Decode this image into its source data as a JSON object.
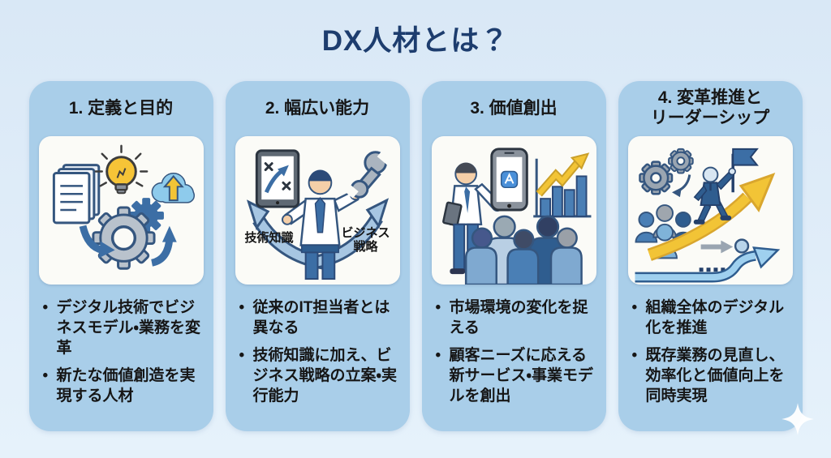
{
  "title": "DX人材とは？",
  "columns": [
    {
      "header": "1. 定義と目的",
      "illustration": "documents-idea-gear-cloud-transformation",
      "bullets": [
        "デジタル技術でビジネスモデル・業務を変革",
        "新たな価値創造を実現する人材"
      ]
    },
    {
      "header": "2. 幅広い能力",
      "illustration": "person-with-tablet-and-wrench-diverging-arrows",
      "arrow_labels": {
        "left": "技術知識",
        "right": "ビジネス戦略"
      },
      "bullets": [
        "従来のIT担当者とは異なる",
        "技術知識に加え、ビジネス戦略の立案・実行能力"
      ]
    },
    {
      "header": "3. 価値創出",
      "illustration": "presenter-smartphone-growth-chart-audience",
      "bullets": [
        "市場環境の変化を捉える",
        "顧客ニーズに応える新サービス・事業モデルを創出"
      ]
    },
    {
      "header": "4. 変革推進と\nリーダーシップ",
      "illustration": "leader-with-flag-on-rising-arrow-gears-team",
      "bullets": [
        "組織全体のデジタル化を推進",
        "既存業務の見直し、効率化と価値向上を同時実現"
      ]
    }
  ],
  "icons": {
    "sparkle": "four-point-star",
    "column1": [
      "documents",
      "lightbulb",
      "gear",
      "cloud-upload-arrow",
      "curved-flow-arrows"
    ],
    "column2": [
      "tablet-strategy-route",
      "businessperson",
      "wrench",
      "diverging-arrows"
    ],
    "column3": [
      "presenter-with-clipboard",
      "smartphone-app",
      "growth-bar-chart",
      "audience-crowd"
    ],
    "column4": [
      "gears",
      "team-group",
      "leader-with-flag",
      "rising-yellow-arrow",
      "wavy-path-arrow"
    ]
  },
  "colors": {
    "background_top": "#d9e8f6",
    "background_bottom": "#e6f2fb",
    "card": "#a9cee9",
    "panel": "#fbfbf7",
    "title_text": "#1d3d6e",
    "body_text": "#161616",
    "accent_blue": "#3c6ea5",
    "accent_dark_blue": "#2f5d8f",
    "outline_blue": "#35567f",
    "accent_yellow": "#f2c436",
    "gray": "#9aa5b1"
  }
}
